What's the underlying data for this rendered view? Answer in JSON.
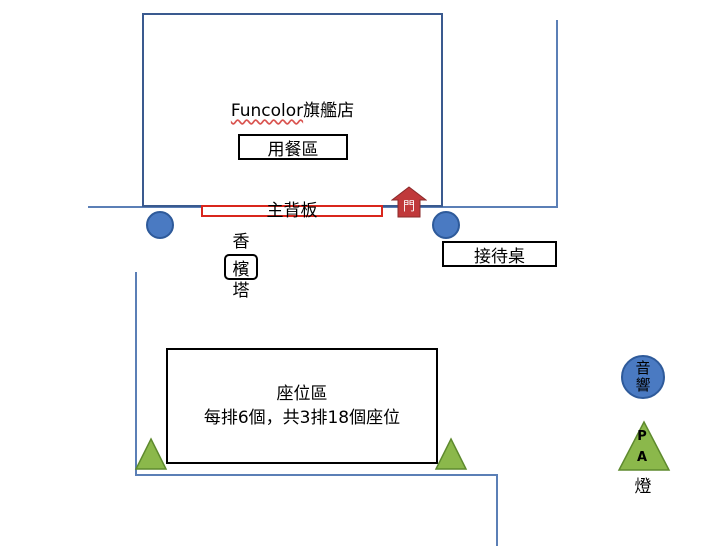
{
  "store": {
    "name_en": "Funcolor",
    "name_zh": "旗艦店",
    "dining": "用餐區"
  },
  "backdrop": {
    "label": "主背板"
  },
  "door": {
    "label": "門"
  },
  "reception": {
    "label": "接待桌"
  },
  "champagne": {
    "char1": "香",
    "char2": "檳",
    "char3": "塔"
  },
  "seating": {
    "title": "座位區",
    "detail": "每排6個，共3排18個座位"
  },
  "speaker": {
    "char1": "音",
    "char2": "響"
  },
  "pa_light": {
    "p": "P",
    "a": "A",
    "label": "燈"
  },
  "colors": {
    "wall": "#5b7fb6",
    "pillar": "#4a7ac2",
    "backdrop_border": "#d9261c",
    "door": "#c0393b",
    "triangle": "#8bb84b"
  }
}
